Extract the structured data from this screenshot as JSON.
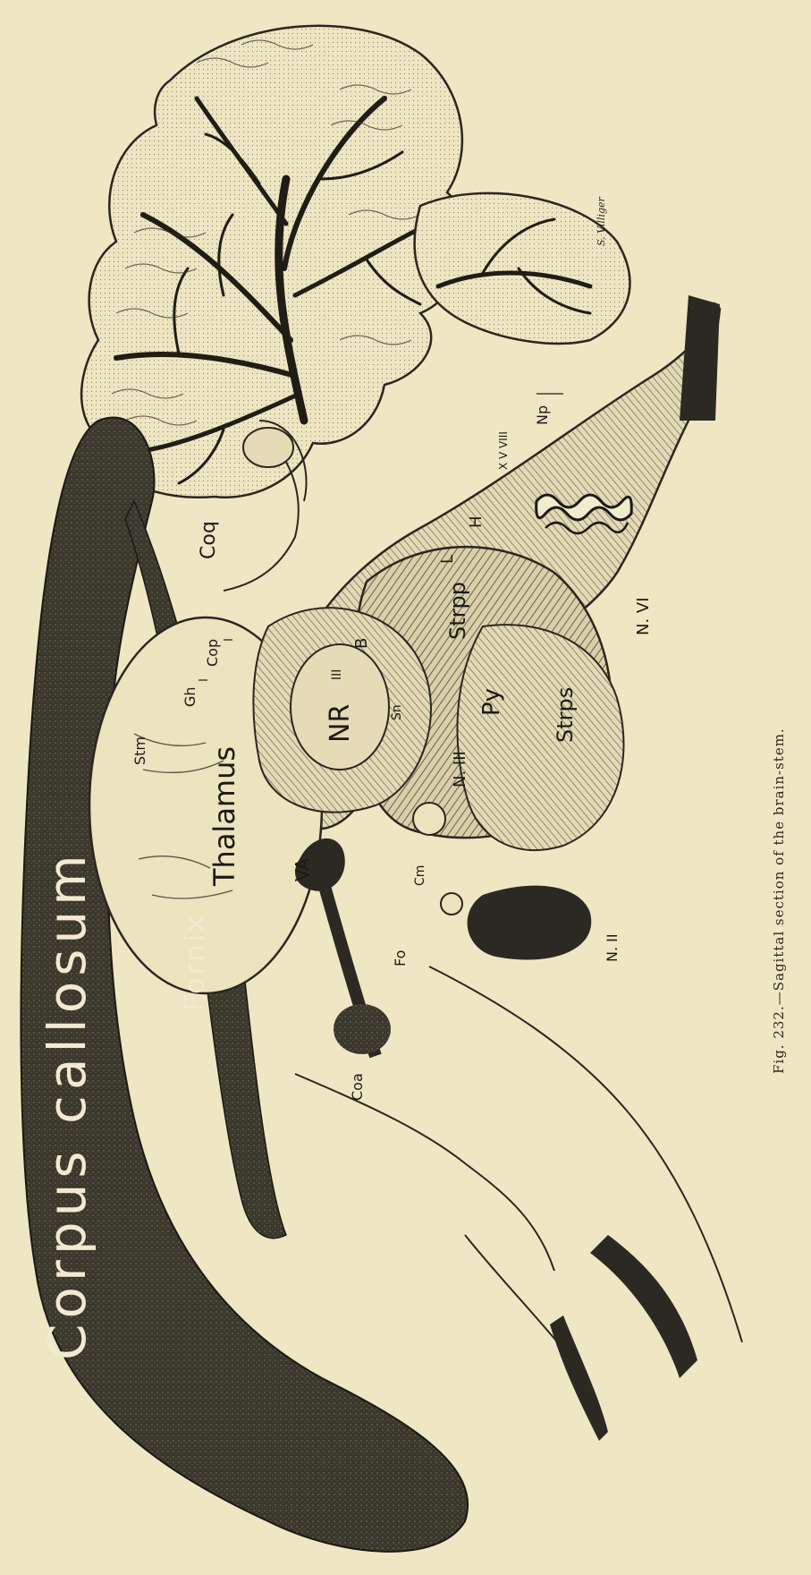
{
  "figure": {
    "caption": "Fig. 232.—Sagittal section of the brain-stem.",
    "artist_signature": "S. Villiger"
  },
  "labels": {
    "corpus_callosum": "Corpus callosum",
    "fornix": "Fornix",
    "thalamus": "Thalamus",
    "stm": "Stm",
    "gh": "Gh",
    "cop": "Cop",
    "coq": "Coq",
    "nr": "NR",
    "iii": "III",
    "b": "B",
    "sn": "Sn",
    "n_iii": "N. III",
    "va": "VA",
    "cm": "Cm",
    "fo": "Fo",
    "coa": "Coa",
    "n_ii": "N. II",
    "l": "L",
    "h": "H",
    "strpp": "Strpp",
    "py": "Py",
    "strps": "Strps",
    "n_vi": "N. VI",
    "x_v_viii": "X V VIII",
    "np": "Np"
  },
  "colors": {
    "paper": "#efe6c4",
    "ink": "#1c1a14",
    "dark_mass": "#3a372c",
    "fiber": "#4a463a"
  }
}
